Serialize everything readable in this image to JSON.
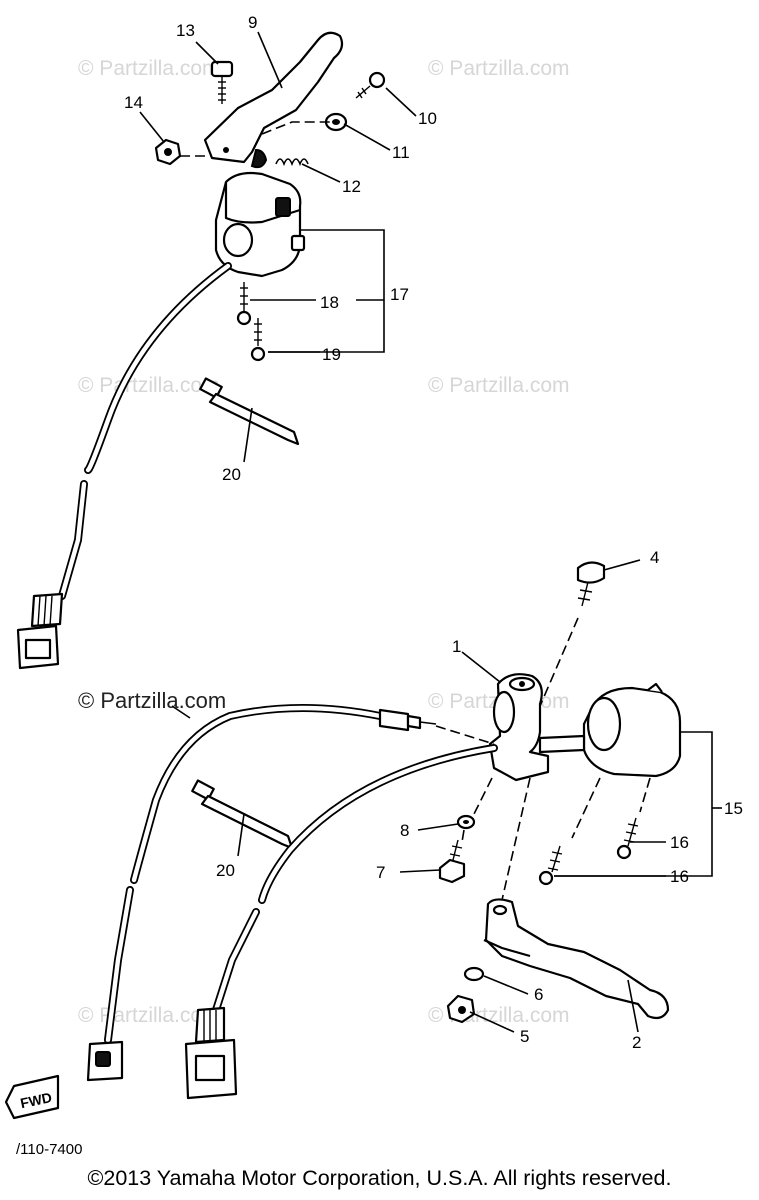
{
  "watermark": "© Partzilla.com",
  "callouts": [
    "1",
    "2",
    "4",
    "5",
    "6",
    "7",
    "8",
    "9",
    "10",
    "11",
    "12",
    "13",
    "14",
    "15",
    "16",
    "16",
    "17",
    "18",
    "19",
    "20",
    "20"
  ],
  "fwd_label": "FWD",
  "drawing_code": "/110-7400",
  "copyright": "©2013 Yamaha Motor Corporation, U.S.A. All rights reserved."
}
